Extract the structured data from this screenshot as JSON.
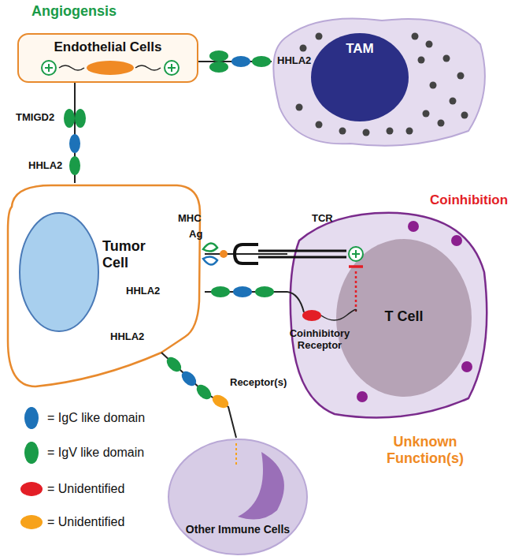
{
  "diagram": {
    "nodes": [
      {
        "text": [
          "Endothelial Cells"
        ]
      },
      {
        "text": [
          "TAM"
        ]
      },
      {
        "text": [
          "Tumor Cell"
        ]
      },
      {
        "text": [
          "T Cell"
        ]
      },
      {
        "text": [
          "Other Immune Cells"
        ]
      }
    ],
    "edges": [
      {
        "from": 2,
        "to": 0,
        "arrow": "none"
      },
      {
        "from": 1,
        "to": 0,
        "arrow": "none"
      },
      {
        "from": 2,
        "to": 3,
        "arrow": "none"
      },
      {
        "from": 2,
        "to": 3,
        "arrow": "none"
      },
      {
        "from": 2,
        "to": 4,
        "arrow": "none"
      }
    ],
    "labels": [
      "Angiogensis",
      "HHLA2",
      "TMIGD2",
      "HHLA2",
      "MHC",
      "Ag",
      "TCR",
      "Coinhibition",
      "HHLA2",
      "Coinhibitory Receptor",
      "HHLA2",
      "Receptor(s)",
      "Unknown Function(s)"
    ],
    "legend": [
      {
        "text": "= IgC like domain",
        "color": "#1d72b8"
      },
      {
        "text": "= IgV like domain",
        "color": "#1a9b48"
      },
      {
        "text": "= Unidentified",
        "color": "#e31e26"
      },
      {
        "text": "= Unidentified",
        "color": "#f7a21b"
      }
    ]
  }
}
